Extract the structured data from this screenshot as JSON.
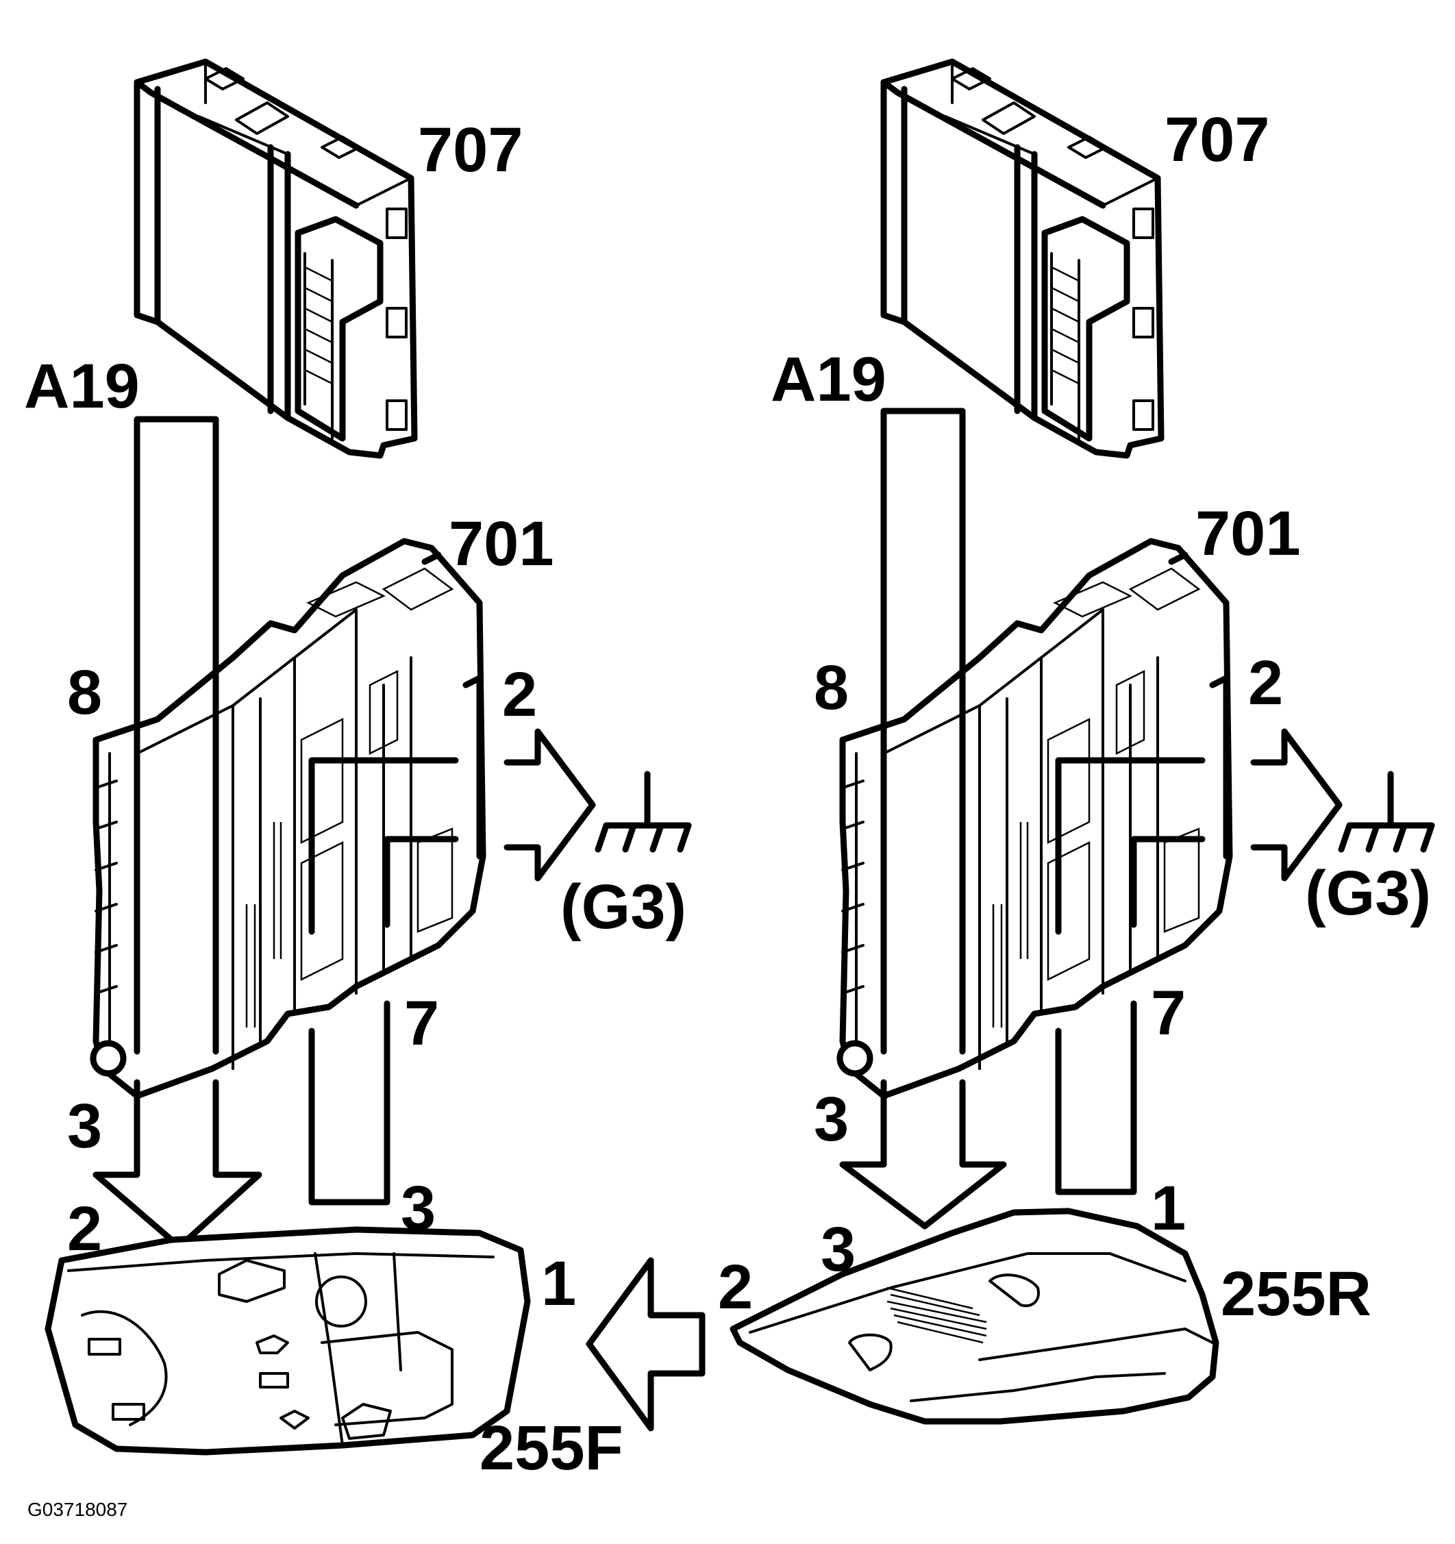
{
  "figure_id": "G03718087",
  "left": {
    "module_label": "707",
    "line_label": "A19",
    "junction_label": "701",
    "pin_8": "8",
    "pin_2": "2",
    "ground_label": "(G3)",
    "pin_7": "7",
    "pin_3a": "3",
    "pin_2b": "2",
    "pin_3b": "3",
    "pin_1": "1",
    "lamp_label": "255F"
  },
  "right": {
    "module_label": "707",
    "line_label": "A19",
    "junction_label": "701",
    "pin_8": "8",
    "pin_2": "2",
    "ground_label": "(G3)",
    "pin_7": "7",
    "pin_3a": "3",
    "pin_3b": "3",
    "pin_1": "1",
    "pin_2b": "2",
    "lamp_label": "255R"
  },
  "icons": {
    "module": "control-module-icon",
    "junction": "junction-box-icon",
    "ground": "ground-icon",
    "front_lamp": "front-courtesy-lamp-icon",
    "rear_lamp": "rear-courtesy-lamp-icon"
  }
}
